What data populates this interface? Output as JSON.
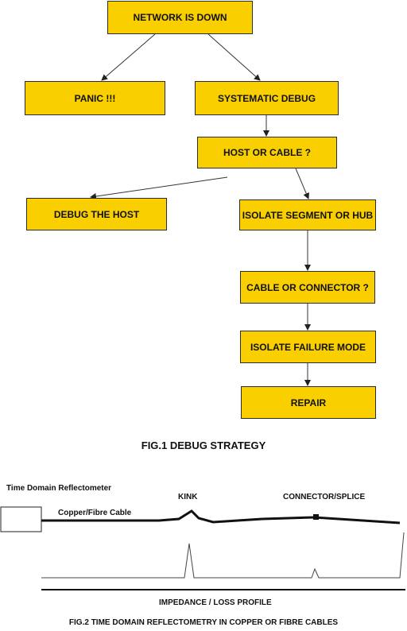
{
  "fig1": {
    "boxes": {
      "network_down": "NETWORK IS DOWN",
      "panic": "PANIC !!!",
      "systematic_debug": "SYSTEMATIC DEBUG",
      "host_or_cable": "HOST OR CABLE ?",
      "debug_host": "DEBUG THE HOST",
      "isolate_segment": "ISOLATE SEGMENT OR HUB",
      "cable_or_connector": "CABLE OR CONNECTOR ?",
      "isolate_failure": "ISOLATE FAILURE MODE",
      "repair": "REPAIR"
    },
    "caption": "FIG.1 DEBUG STRATEGY",
    "colors": {
      "box_fill": "#f9cf00",
      "box_border": "#2b2b2b"
    }
  },
  "fig2": {
    "tdr_label": "Time Domain Reflectometer",
    "cable_label": "Copper/Fibre Cable",
    "kink_label": "KINK",
    "connector_label": "CONNECTOR/SPLICE",
    "profile_label": "IMPEDANCE / LOSS PROFILE",
    "caption": "FIG.2 TIME DOMAIN REFLECTOMETRY IN COPPER OR FIBRE CABLES"
  }
}
